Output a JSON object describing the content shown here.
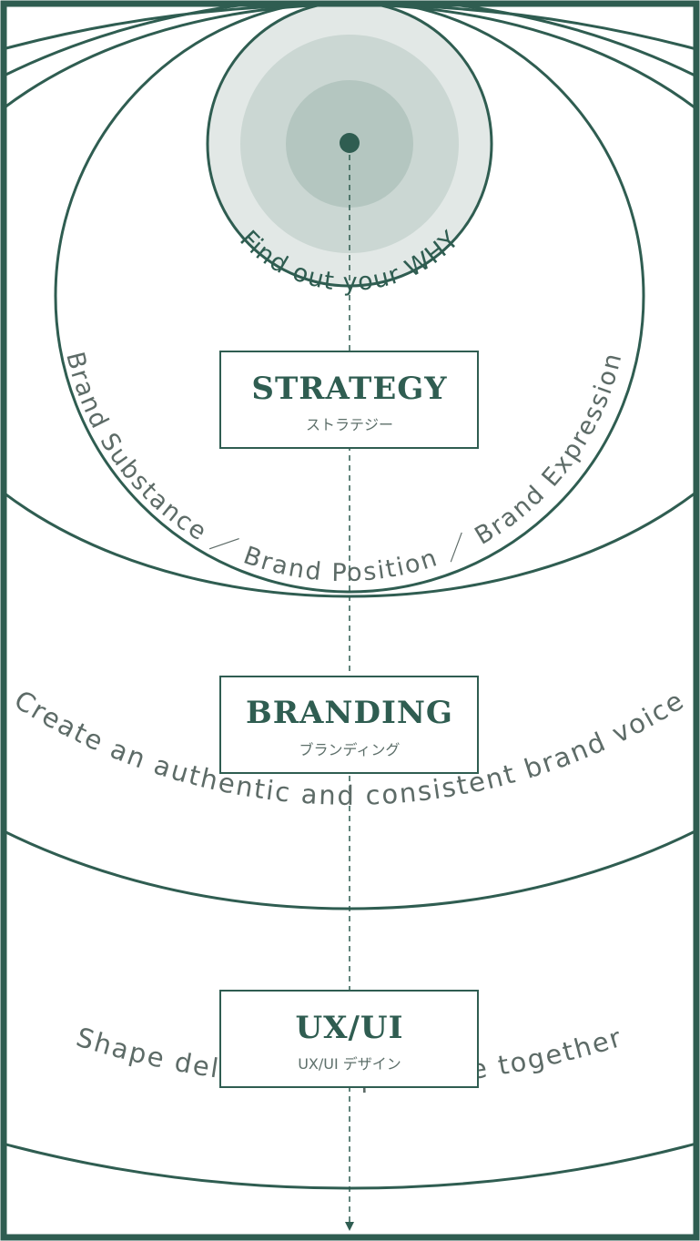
{
  "center_label": "Find out your WHY",
  "ring_labels": {
    "strategy": "Brand Substance ／ Brand Position ／ Brand Expression",
    "branding": "Create an authentic and consistent brand voice",
    "uxui": "Shape delightful experience together"
  },
  "stages": [
    {
      "title": "STRATEGY",
      "subtitle": "ストラテジー"
    },
    {
      "title": "BRANDING",
      "subtitle": "ブランディング"
    },
    {
      "title": "UX/UI",
      "subtitle": "UX/UI デザイン"
    }
  ],
  "colors": {
    "primary": "#2f5d51",
    "circle_outer": "#e2e8e6",
    "circle_mid": "#cbd7d3",
    "circle_inner": "#b4c6c0"
  }
}
